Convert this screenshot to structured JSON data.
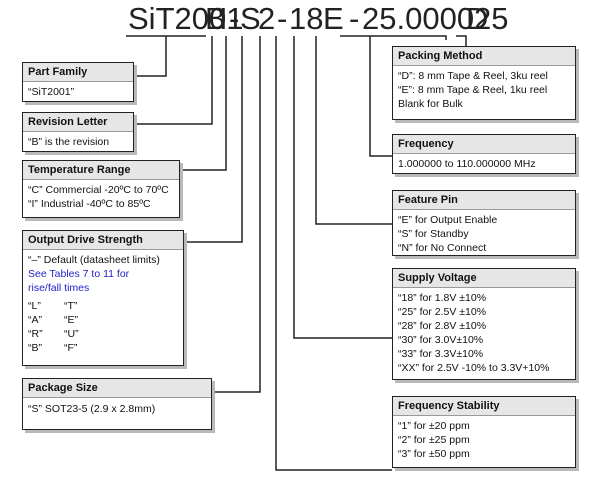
{
  "part_number": {
    "segments": [
      "SiT2001",
      "B",
      "I",
      "-",
      "S",
      "2",
      "-",
      "18",
      "E",
      "-",
      "25.000025",
      "D"
    ]
  },
  "left_boxes": {
    "part_family": {
      "title": "Part Family",
      "lines": [
        "“SiT2001”"
      ]
    },
    "revision": {
      "title": "Revision Letter",
      "lines": [
        "“B” is the revision"
      ]
    },
    "temperature": {
      "title": "Temperature Range",
      "lines": [
        "“C” Commercial -20ºC to 70ºC",
        "“I” Industrial -40ºC to 85ºC"
      ]
    },
    "drive": {
      "title": "Output Drive Strength",
      "lines": [
        "“–” Default (datasheet limits)"
      ],
      "blue_lines": [
        "See Tables 7 to 11 for",
        "rise/fall times"
      ],
      "pairs": [
        [
          "“L”",
          "“T”"
        ],
        [
          "“A”",
          "“E”"
        ],
        [
          "“R”",
          "“U”"
        ],
        [
          "“B”",
          "“F”"
        ]
      ]
    },
    "package": {
      "title": "Package Size",
      "lines": [
        "“S”  SOT23-5 (2.9 x 2.8mm)"
      ]
    }
  },
  "right_boxes": {
    "packing": {
      "title": "Packing Method",
      "lines": [
        "“D”: 8 mm Tape & Reel, 3ku reel",
        "“E”: 8 mm Tape & Reel, 1ku reel",
        "Blank for Bulk"
      ]
    },
    "frequency": {
      "title": "Frequency",
      "lines": [
        "1.000000 to 110.000000 MHz"
      ]
    },
    "feature_pin": {
      "title": "Feature Pin",
      "lines": [
        "“E” for Output Enable",
        "“S” for Standby",
        "“N” for No Connect"
      ]
    },
    "supply_voltage": {
      "title": "Supply Voltage",
      "lines": [
        "“18” for 1.8V ±10%",
        "“25” for 2.5V ±10%",
        "“28” for 2.8V ±10%",
        "“30” for 3.0V±10%",
        "“33” for 3.3V±10%",
        "“XX” for 2.5V -10% to 3.3V+10%"
      ]
    },
    "stability": {
      "title": "Frequency Stability",
      "lines": [
        "“1” for ±20 ppm",
        "“2” for ±25 ppm",
        "“3” for ±50 ppm"
      ]
    }
  }
}
